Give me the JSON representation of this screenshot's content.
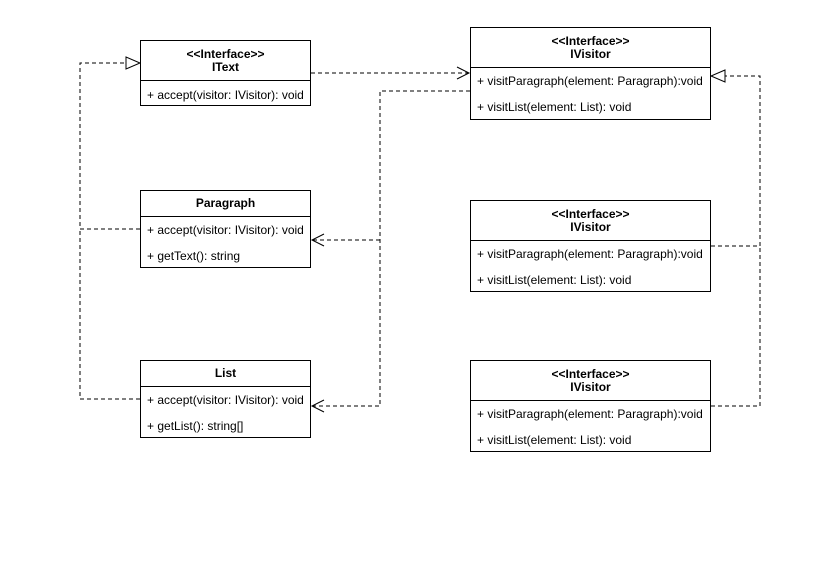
{
  "classes": [
    {
      "id": "itext",
      "stereotype": "<<Interface>>",
      "name": "IText",
      "members": [
        "+ accept(visitor: IVisitor): void"
      ]
    },
    {
      "id": "paragraph",
      "stereotype": "",
      "name": "Paragraph",
      "members": [
        "+ accept(visitor: IVisitor): void",
        "+ getText(): string"
      ]
    },
    {
      "id": "list",
      "stereotype": "",
      "name": "List",
      "members": [
        "+ accept(visitor: IVisitor): void",
        "+ getList(): string[]"
      ]
    },
    {
      "id": "ivisitor-1",
      "stereotype": "<<Interface>>",
      "name": "IVisitor",
      "members": [
        "+ visitParagraph(element: Paragraph):void",
        "+ visitList(element: List): void"
      ]
    },
    {
      "id": "ivisitor-2",
      "stereotype": "<<Interface>>",
      "name": "IVisitor",
      "members": [
        "+ visitParagraph(element: Paragraph):void",
        "+ visitList(element: List): void"
      ]
    },
    {
      "id": "ivisitor-3",
      "stereotype": "<<Interface>>",
      "name": "IVisitor",
      "members": [
        "+ visitParagraph(element: Paragraph):void",
        "+ visitList(element: List): void"
      ]
    }
  ],
  "relations": [
    {
      "id": "paragraph-realizes-itext",
      "kind": "realization",
      "from": "paragraph",
      "to": "itext"
    },
    {
      "id": "list-realizes-itext",
      "kind": "realization",
      "from": "list",
      "to": "itext"
    },
    {
      "id": "itext-depends-ivisitor",
      "kind": "dependency",
      "from": "itext",
      "to": "ivisitor-1"
    },
    {
      "id": "ivisitor-depends-paragraph",
      "kind": "dependency",
      "from": "ivisitor-1",
      "to": "paragraph"
    },
    {
      "id": "ivisitor-depends-list",
      "kind": "dependency",
      "from": "ivisitor-1",
      "to": "list"
    },
    {
      "id": "visitor2-realizes-ivisitor",
      "kind": "realization",
      "from": "ivisitor-2",
      "to": "ivisitor-1"
    },
    {
      "id": "visitor3-realizes-ivisitor",
      "kind": "realization",
      "from": "ivisitor-3",
      "to": "ivisitor-1"
    }
  ],
  "colors": {
    "line": "#000000",
    "box_fill": "#ffffff",
    "background": "#ffffff"
  }
}
